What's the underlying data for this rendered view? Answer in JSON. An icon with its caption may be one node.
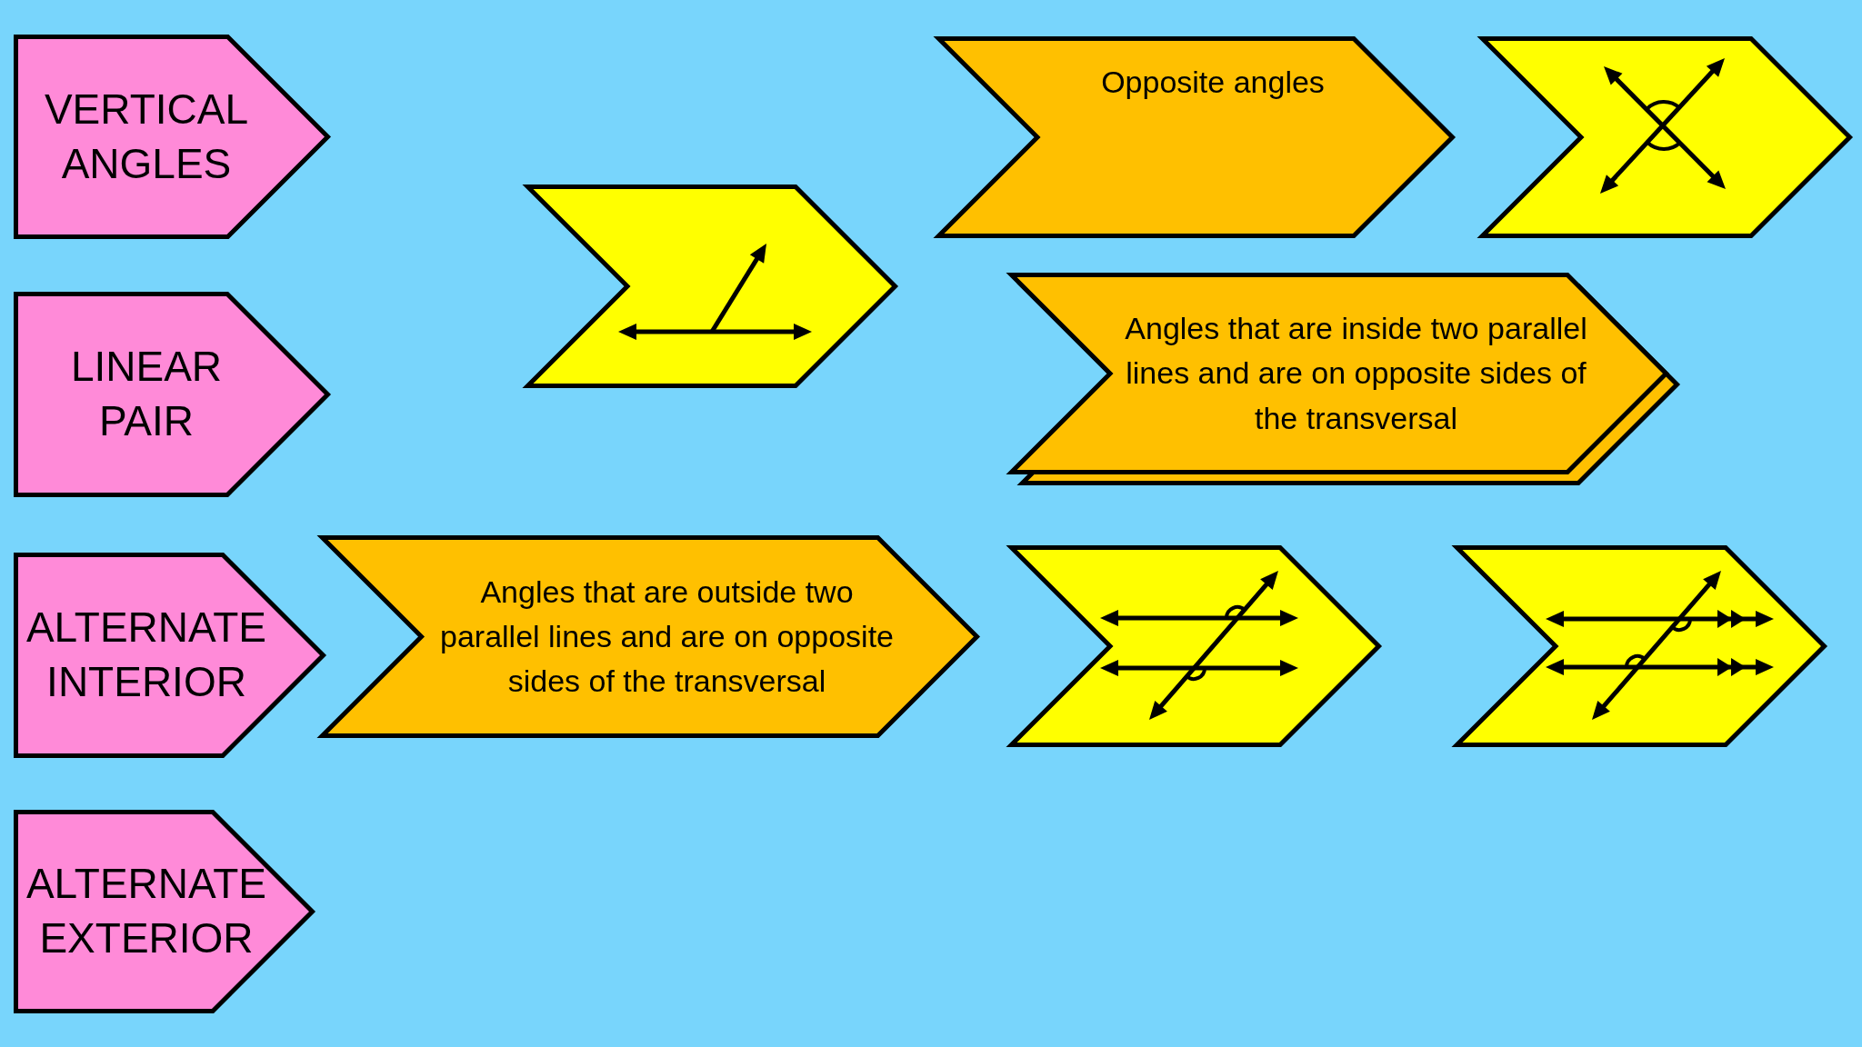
{
  "diagram": {
    "nodes": [
      {
        "text": [
          "VERTICAL ANGLES"
        ]
      },
      {
        "text": [
          "LINEAR PAIR"
        ]
      },
      {
        "text": [
          "ALTERNATE INTERIOR"
        ]
      },
      {
        "text": [
          "ALTERNATE EXTERIOR"
        ]
      },
      {
        "text": [],
        "shape": "picture"
      },
      {
        "text": [
          "Angles that are outside two parallel lines and are on opposite sides of the transversal"
        ]
      },
      {
        "text": [
          "Opposite angles"
        ]
      },
      {
        "text": [],
        "shape": "picture"
      },
      {
        "text": [
          "Angles that are inside two parallel lines and are on opposite sides of the transversal"
        ]
      },
      {
        "text": [],
        "shape": "chevron"
      },
      {
        "text": [],
        "shape": "picture"
      },
      {
        "text": [],
        "shape": "picture"
      }
    ]
  }
}
